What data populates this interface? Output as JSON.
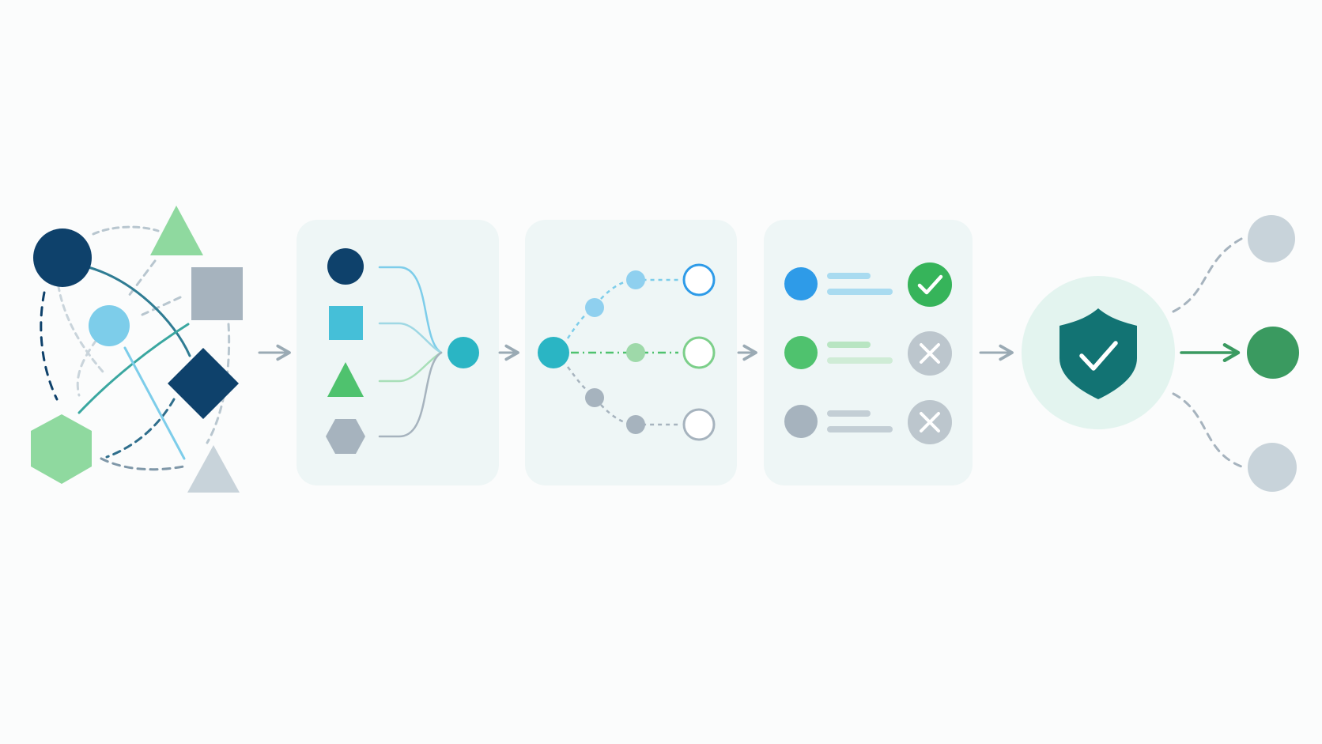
{
  "diagram": {
    "palette": {
      "navy": "#0e416b",
      "teal": "#2ab5c4",
      "cyan": "#45bfd8",
      "sky": "#7dcdea",
      "green": "#4fc26e",
      "mint": "#8fd99f",
      "grey_blue": "#a6b3be",
      "light_grey": "#c8d3da",
      "panel_bg": "#eef6f6",
      "arrow_grey": "#9aaab4",
      "shield_teal": "#127373",
      "shield_bg": "#e3f4ef",
      "check_green": "#36b45a",
      "final_green": "#3a9a60",
      "blue": "#2e9be8"
    },
    "stages": [
      {
        "name": "unstructured-inputs",
        "icons": [
          "circle",
          "triangle",
          "square",
          "circle",
          "diamond",
          "hexagon",
          "triangle"
        ]
      },
      {
        "name": "normalize-panel",
        "icons": [
          "circle",
          "square",
          "triangle",
          "hexagon",
          "circle"
        ]
      },
      {
        "name": "branch-panel",
        "icons": [
          "circle",
          "open-circle",
          "open-circle",
          "open-circle"
        ]
      },
      {
        "name": "verify-panel",
        "icons": [
          "check-icon",
          "cross-icon",
          "cross-icon"
        ]
      },
      {
        "name": "shield-check",
        "icons": [
          "shield-check-icon"
        ]
      },
      {
        "name": "outcomes",
        "icons": [
          "circle",
          "circle",
          "circle"
        ]
      }
    ]
  }
}
